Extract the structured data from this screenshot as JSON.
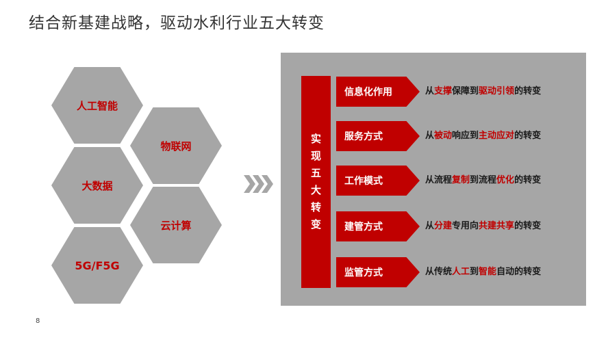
{
  "slide": {
    "title": "结合新基建战略，驱动水利行业五大转变",
    "page_number": "8"
  },
  "hexagons": [
    {
      "label": "人工智能"
    },
    {
      "label": "物联网"
    },
    {
      "label": "大数据"
    },
    {
      "label": "云计算"
    },
    {
      "label": "5G/F5G"
    }
  ],
  "transformations": {
    "vertical_chars": [
      "实",
      "现",
      "五",
      "大",
      "转",
      "变"
    ],
    "rows": [
      {
        "label": "信息化作用",
        "d": [
          "从",
          "支撑",
          "保障到",
          "驱动引领",
          "的转变"
        ]
      },
      {
        "label": "服务方式",
        "d": [
          "从",
          "被动",
          "响应到",
          "主动应对",
          "的转变"
        ]
      },
      {
        "label": "工作模式",
        "d": [
          "从流程",
          "复制",
          "到流程",
          "优化",
          "的转变"
        ]
      },
      {
        "label": "建管方式",
        "d": [
          "从",
          "分建",
          "专用向",
          "共建共享",
          "的转变"
        ]
      },
      {
        "label": "监管方式",
        "d": [
          "从传统",
          "人工",
          "到",
          "智能",
          "自动的转变"
        ]
      }
    ]
  },
  "colors": {
    "accent": "#c00000",
    "hexagon_fill": "#a6a6a6",
    "panel_fill": "#a6a6a6"
  },
  "icons": {
    "chevrons": "triple-chevron-right-icon"
  }
}
